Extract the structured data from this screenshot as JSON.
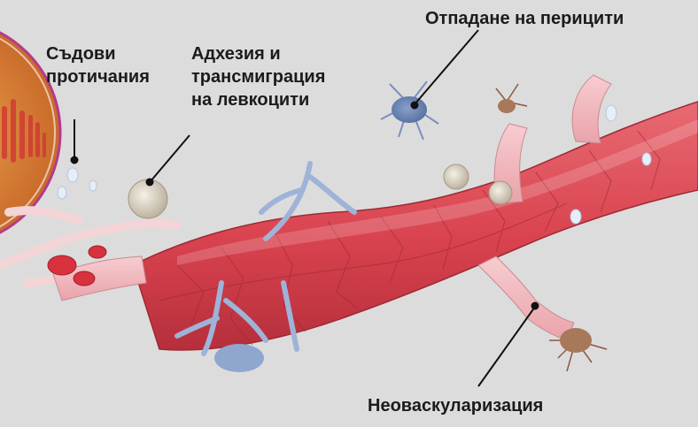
{
  "labels": {
    "pericyte_dropout": "Отпадане на перицити",
    "vascular_leakage_line1": "Съдови",
    "vascular_leakage_line2": "протичания",
    "leukocyte_adhesion_line1": "Адхезия и",
    "leukocyte_adhesion_line2": "трансмиграция",
    "leukocyte_adhesion_line3": "на левкоцити",
    "neovascularization": "Неоваскуларизация"
  },
  "colors": {
    "background": "#dcdcdc",
    "vessel_red": "#d9434f",
    "vessel_pink": "#f2b6bc",
    "pericyte_blue": "#8fa6cf",
    "leukocyte_beige": "#e7dfcf",
    "pericyte_brown": "#9a6a4e",
    "inset_border": "#b43a8c",
    "line": "#111111"
  }
}
